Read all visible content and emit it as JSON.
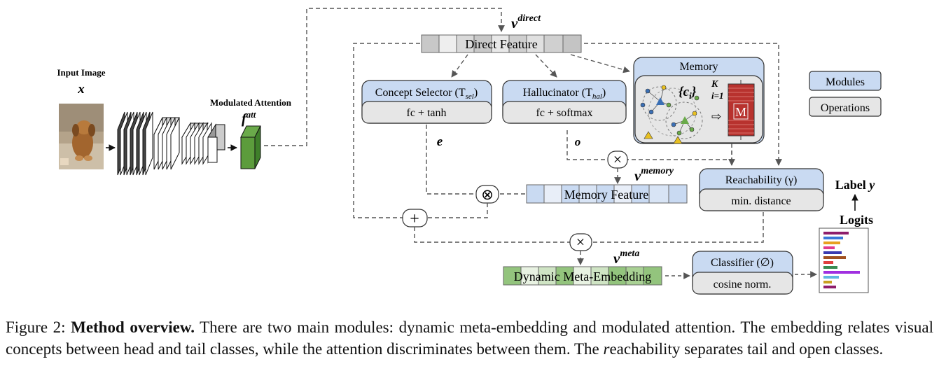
{
  "input": {
    "title": "Input Image",
    "symbol": "x"
  },
  "attention": {
    "title": "Modulated Attention",
    "symbol": "f",
    "sup": "att"
  },
  "direct": {
    "symbol": "v",
    "sup": "direct",
    "label": "Direct Feature"
  },
  "concept_selector": {
    "title": "Concept Selector (T",
    "sub": "sel",
    "close": ")",
    "op": "fc + tanh",
    "out": "e"
  },
  "hallucinator": {
    "title": "Hallucinator (T",
    "sub": "hal",
    "close": ")",
    "op": "fc + softmax",
    "out": "o"
  },
  "memory": {
    "title": "Memory",
    "set_open": "{c",
    "set_sub": "i",
    "set_close": "}",
    "set_sup": "K",
    "set_subrange": "i=1",
    "matrix": "M"
  },
  "memory_feature": {
    "symbol": "v",
    "sup": "memory",
    "label": "Memory Feature"
  },
  "reachability": {
    "title": "Reachability (γ)",
    "op": "min. distance"
  },
  "meta": {
    "symbol": "v",
    "sup": "meta",
    "label": "Dynamic Meta-Embedding"
  },
  "classifier": {
    "title": "Classifier (∅)",
    "op": "cosine norm."
  },
  "output": {
    "label": "Label",
    "label_symbol": "y",
    "logits": "Logits"
  },
  "legend": {
    "modules": "Modules",
    "operations": "Operations"
  },
  "operators": {
    "times": "×",
    "otimes": "⊗",
    "plus": "+"
  },
  "caption": {
    "prefix": "Figure 2: ",
    "bold": "Method overview.",
    "text1": " There are two main modules: dynamic meta-embedding and modulated attention. The embedding relates visual concepts between head and tail classes, while the attention discriminates between them. The ",
    "ital": "r",
    "text2": "eachability separates tail and open classes."
  },
  "colors": {
    "module_blue": "#c9daf2",
    "operation_gray": "#e6e6e6",
    "attention_green": "#5c9c3c",
    "meta_green": "#93c47d",
    "memory_matrix": "#b8322e"
  }
}
